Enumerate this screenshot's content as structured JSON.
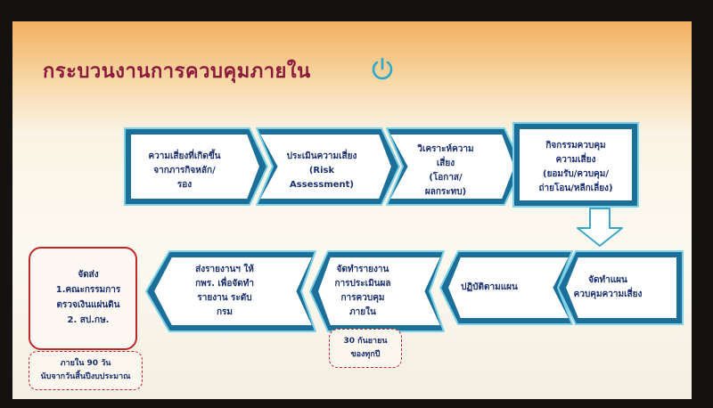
{
  "slide": {
    "title": "กระบวนงานการควบคุมภายใน",
    "icon": "power-icon"
  },
  "flow_row1": [
    {
      "lines": [
        "ความเสี่ยงที่เกิดขึ้น",
        "จากภารกิจหลัก/",
        "รอง"
      ]
    },
    {
      "lines": [
        "ประเมินความเสี่ยง",
        "(Risk",
        "Assessment)"
      ]
    },
    {
      "lines": [
        "วิเคราะห์ความ",
        "เสี่ยง",
        "(โอกาส/",
        "ผลกระทบ)"
      ]
    },
    {
      "lines": [
        "กิจกรรมควบคุม",
        "ความเสี่ยง",
        "(ยอมรับ/ควบคุม/",
        "ถ่ายโอน/หลีกเลี่ยง)"
      ]
    }
  ],
  "flow_row2": [
    {
      "lines": [
        "จัดทำแผน",
        "ควบคุมความเสี่ยง"
      ]
    },
    {
      "lines": [
        "ปฏิบัติตามแผน"
      ]
    },
    {
      "lines": [
        "จัดทำรายงาน",
        "การประเมินผล",
        "การควบคุม",
        "ภายใน"
      ]
    },
    {
      "lines": [
        "ส่งรายงานฯ ให้",
        "กพร. เพื่อจัดทำ",
        "รายงาน ระดับ",
        "กรม"
      ]
    }
  ],
  "send_box": {
    "lines": [
      "จัดส่ง",
      "1.คณะกรรมการ",
      "ตรวจเงินแผ่นดิน",
      "2. สป.กษ."
    ]
  },
  "deadline_box": {
    "lines": [
      "30 กันยายน",
      "ของทุกปี"
    ]
  },
  "within_box": {
    "lines": [
      "ภายใน 90 วัน",
      "นับจากวันสิ้นปีงบประมาณ"
    ]
  },
  "colors": {
    "arrow_fill": "#1c6f98",
    "arrow_inner": "#ffffff",
    "arrow_outline": "#7fd2e6",
    "text": "#1b2f6e",
    "title": "#8b1a3c",
    "red": "#c0282a"
  }
}
